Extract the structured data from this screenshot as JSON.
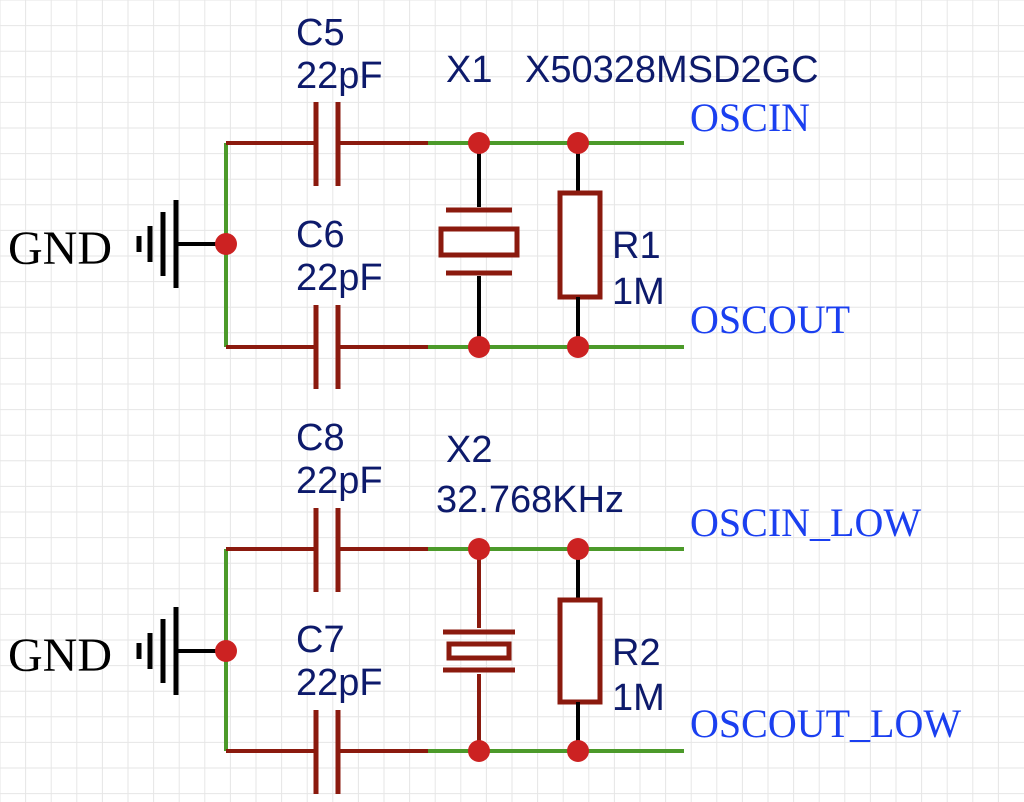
{
  "diagram": {
    "top": {
      "cap_upper": {
        "ref": "C5",
        "value": "22pF"
      },
      "cap_lower": {
        "ref": "C6",
        "value": "22pF"
      },
      "crystal": {
        "ref": "X1",
        "value": "X50328MSD2GC"
      },
      "resistor": {
        "ref": "R1",
        "value": "1M"
      },
      "net_in": "OSCIN",
      "net_out": "OSCOUT",
      "gnd": "GND"
    },
    "bottom": {
      "cap_upper": {
        "ref": "C8",
        "value": "22pF"
      },
      "cap_lower": {
        "ref": "C7",
        "value": "22pF"
      },
      "crystal": {
        "ref": "X2",
        "value": "32.768KHz"
      },
      "resistor": {
        "ref": "R2",
        "value": "1M"
      },
      "net_in": "OSCIN_LOW",
      "net_out": "OSCOUT_LOW",
      "gnd": "GND"
    }
  },
  "colors": {
    "wire": "#4c9a2a",
    "component": "#8b1a0e",
    "junction": "#cc2222",
    "net_label": "#1a3ff0",
    "designator": "#0d1a6b",
    "grid": "#e6e6e6"
  }
}
